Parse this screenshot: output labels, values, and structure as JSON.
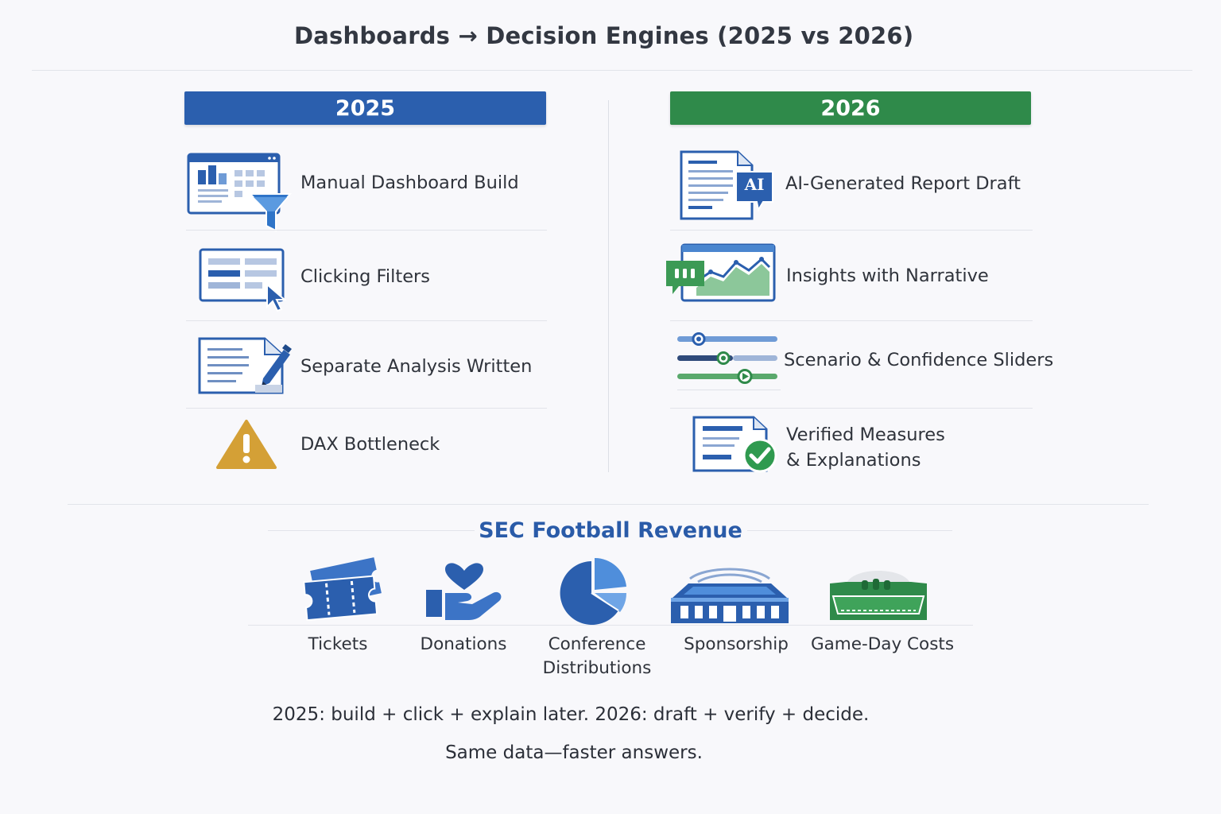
{
  "title": "Dashboards → Decision Engines (2025 vs 2026)",
  "colors": {
    "blue": "#2b5fae",
    "green": "#2f8a4a",
    "gold": "#d4a036",
    "text": "#2f333b"
  },
  "left": {
    "header": "2025",
    "items": [
      {
        "label": "Manual Dashboard Build",
        "icon": "dashboard-funnel-icon"
      },
      {
        "label": "Clicking Filters",
        "icon": "filter-click-icon"
      },
      {
        "label": "Separate Analysis Written",
        "icon": "document-pen-icon"
      },
      {
        "label": "DAX Bottleneck",
        "icon": "warning-icon"
      }
    ]
  },
  "right": {
    "header": "2026",
    "items": [
      {
        "label": "AI-Generated Report Draft",
        "icon": "ai-document-icon",
        "badge": "AI"
      },
      {
        "label": "Insights with Narrative",
        "icon": "chart-narrative-icon"
      },
      {
        "label": "Scenario & Confidence Sliders",
        "icon": "sliders-icon"
      },
      {
        "label_line1": "Verified Measures",
        "label_line2": "& Explanations",
        "icon": "verified-document-icon"
      }
    ]
  },
  "revenue": {
    "title": "SEC Football Revenue",
    "categories": [
      {
        "label": "Tickets",
        "icon": "tickets-icon"
      },
      {
        "label": "Donations",
        "icon": "heart-hand-icon"
      },
      {
        "label_line1": "Conference",
        "label_line2": "Distributions",
        "icon": "pie-chart-icon"
      },
      {
        "label": "Sponsorship",
        "icon": "stadium-icon"
      },
      {
        "label": "Game-Day Costs",
        "icon": "field-icon"
      }
    ]
  },
  "footer": {
    "line1": "2025: build + click + explain later. 2026: draft + verify + decide.",
    "line2": "Same data—faster answers."
  }
}
